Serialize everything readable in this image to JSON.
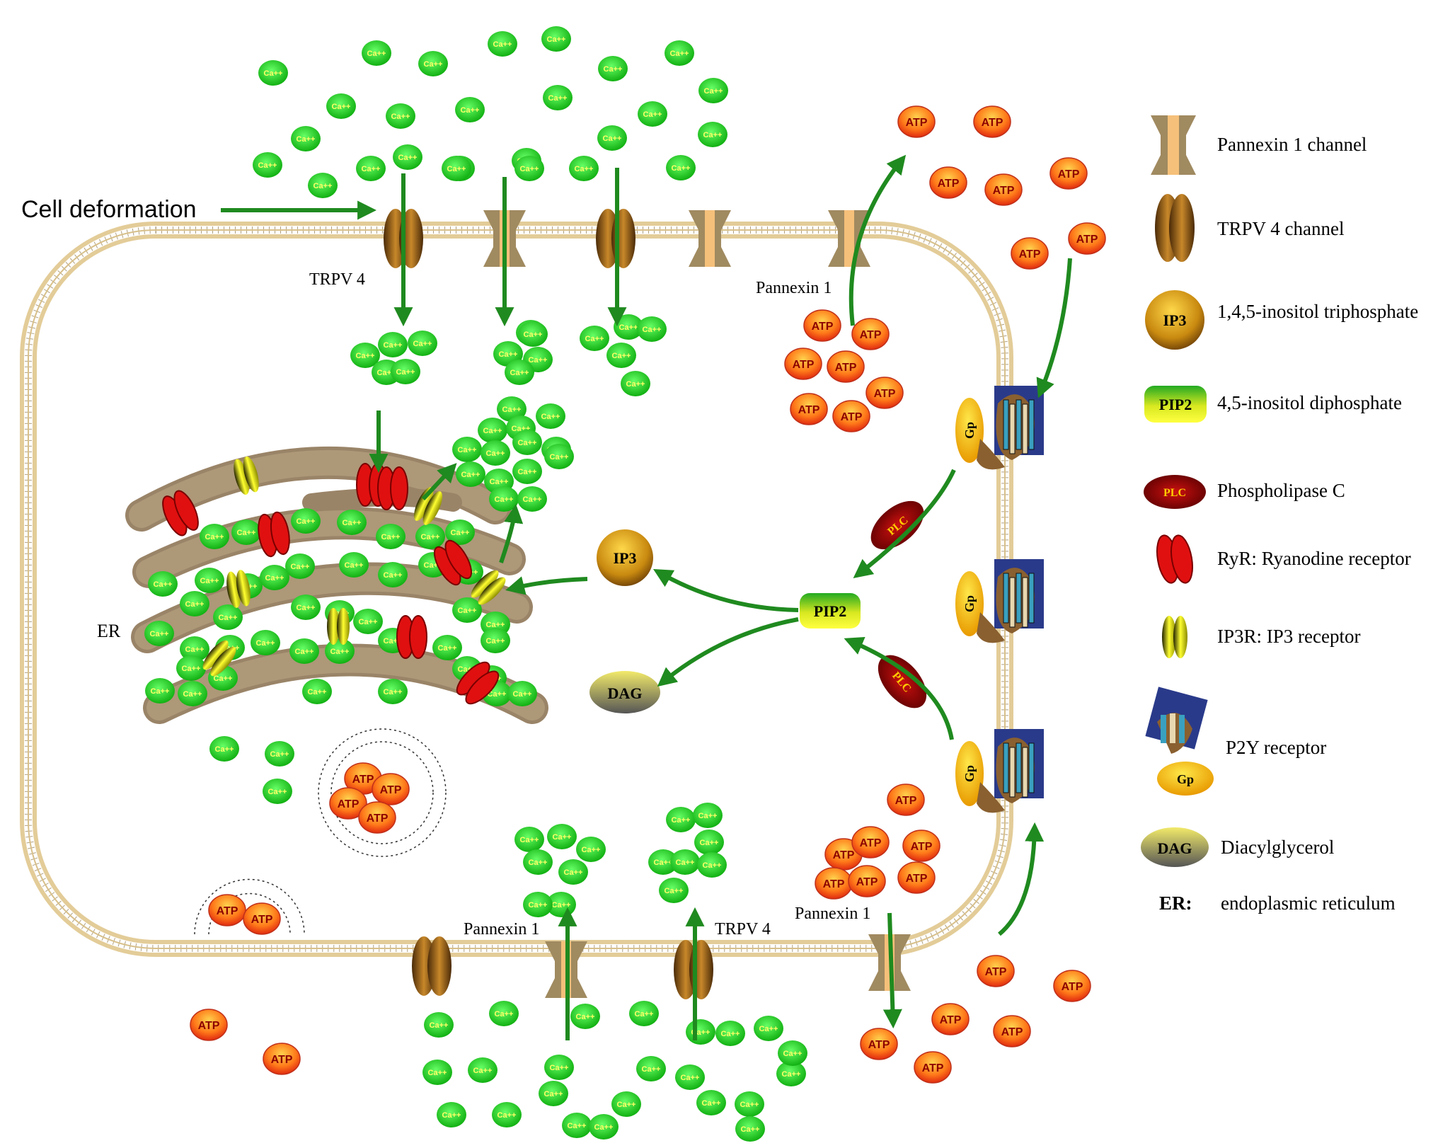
{
  "labels": {
    "cell_deformation": "Cell deformation",
    "trpv4": "TRPV 4",
    "pannexin1": "Pannexin 1",
    "er": "ER",
    "ca": "Ca++",
    "atp": "ATP",
    "ip3": "IP3",
    "pip2": "PIP2",
    "dag": "DAG",
    "plc": "PLC",
    "gp": "Gp"
  },
  "legend": [
    {
      "icon": "pannexin",
      "text": "Pannexin 1 channel"
    },
    {
      "icon": "trpv",
      "text": "TRPV 4 channel"
    },
    {
      "icon": "ip3",
      "text": "1,4,5-inositol triphosphate"
    },
    {
      "icon": "pip2",
      "text": "4,5-inositol diphosphate"
    },
    {
      "icon": "plc",
      "text": "Phospholipase C"
    },
    {
      "icon": "ryr",
      "text": "RyR: Ryanodine receptor"
    },
    {
      "icon": "ip3r",
      "text": "IP3R: IP3 receptor"
    },
    {
      "icon": "p2y",
      "text": "P2Y  receptor"
    },
    {
      "icon": "dag",
      "text": "Diacylglycerol"
    },
    {
      "icon": "er",
      "key": "ER:",
      "text": "endoplasmic reticulum"
    }
  ],
  "colors": {
    "arrow": "#1f8a1f",
    "calcium": "#22cc22",
    "atp": "#ff6a00",
    "membrane": "#e6d3a8",
    "er": "#9a8468",
    "ryr": "#e01010",
    "ip3r": "#e8e010",
    "trpv": "#7a4a1a",
    "pannexin": "#a08a60"
  }
}
